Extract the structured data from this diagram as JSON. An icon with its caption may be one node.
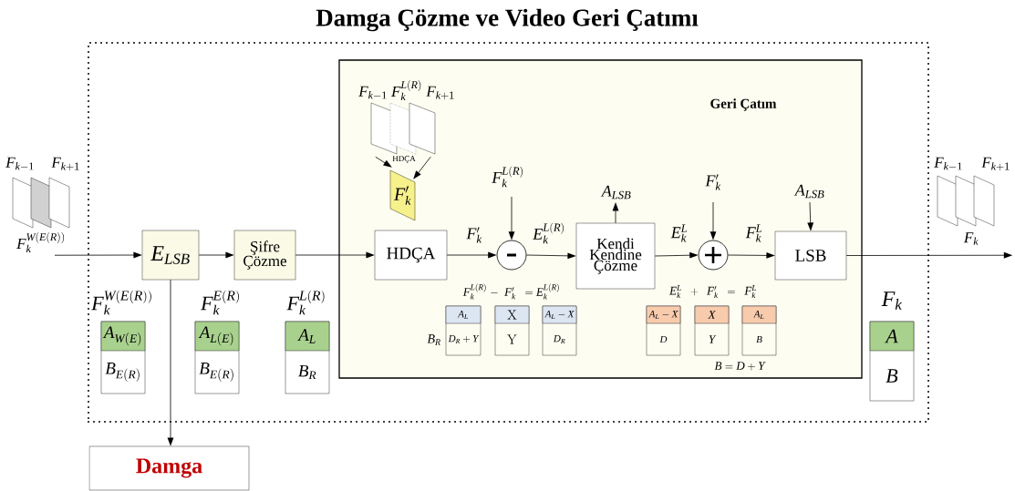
{
  "diagram": {
    "title": "Damga Çözme ve Video Geri Çatımı",
    "nodes": [
      {
        "text": [],
        "shape": "box"
      },
      {
        "text": [
          "E_{LSB}"
        ],
        "in": 0
      },
      {
        "text": [
          "Şifre Çözme"
        ],
        "in": 0
      },
      {
        "text": [
          "Geri Çatım"
        ],
        "in": 0
      },
      {
        "text": [
          "HDÇA"
        ],
        "in": 3
      },
      {
        "text": [],
        "shape": "circle",
        "in": 3
      },
      {
        "text": [
          "Kendi Kendine Çözme"
        ],
        "in": 3
      },
      {
        "text": [],
        "shape": "circle",
        "in": 3
      },
      {
        "text": [
          "LSB"
        ],
        "in": 3
      },
      {
        "text": [
          "Damga"
        ]
      },
      {
        "text": [
          "F'_k"
        ],
        "in": 3
      },
      {
        "text": [],
        "shape": "picture",
        "in": 3,
        "beside": [
          "F_{k-1}",
          "F_k^{L(R)}",
          "F_{k+1}"
        ]
      },
      {
        "text": [
          "A_{W(E)}",
          "B_{E(R)}"
        ],
        "in": 0,
        "beside": [
          "F_k^{W(E(R))}"
        ]
      },
      {
        "text": [
          "A_{L(E)}",
          "B_{E(R)}"
        ],
        "in": 0,
        "beside": [
          "F_k^{E(R)}"
        ]
      },
      {
        "text": [
          "A_L",
          "B_R"
        ],
        "in": 0,
        "beside": [
          "F_k^{L(R)}"
        ]
      },
      {
        "text": [
          "A_L",
          "D_R+Y"
        ],
        "in": 3,
        "beside": [
          "B_R"
        ]
      },
      {
        "text": [
          "\\mathrm{X}",
          "\\mathrm{Y}"
        ],
        "in": 3
      },
      {
        "text": [
          "A_L-X",
          "D_R"
        ],
        "in": 3
      },
      {
        "text": [
          "A_L-X",
          "D"
        ],
        "in": 3
      },
      {
        "text": [
          "X",
          "Y"
        ],
        "in": 3
      },
      {
        "text": [
          "A_L",
          "B"
        ],
        "in": 3
      },
      {
        "text": [
          "A",
          "B"
        ],
        "in": 0,
        "beside": [
          "F_k"
        ]
      },
      {
        "text": [],
        "shape": "picture",
        "beside": [
          "F_{k-1}",
          "F_{k+1}",
          "F_k^{W(E(R))}"
        ]
      },
      {
        "text": [],
        "shape": "picture",
        "beside": [
          "F_{k-1}",
          "F_{k+1}",
          "F_k"
        ]
      }
    ],
    "edges": [
      {
        "from": 22,
        "to": 1,
        "arrow": "to"
      },
      {
        "from": 1,
        "to": 2,
        "arrow": "to"
      },
      {
        "from": 2,
        "to": 4,
        "arrow": "to"
      },
      {
        "from": 4,
        "to": 5,
        "arrow": "to",
        "label": "F'_k"
      },
      {
        "from": null,
        "to": 5,
        "arrow": "to",
        "label": "F_k^{L(R)}"
      },
      {
        "from": 5,
        "to": 6,
        "arrow": "to",
        "label": "E_k^{L(R)}"
      },
      {
        "from": 6,
        "to": null,
        "arrow": "to",
        "label": "A_{LSB}"
      },
      {
        "from": 6,
        "to": 7,
        "arrow": "to",
        "label": "E_k^L"
      },
      {
        "from": null,
        "to": 7,
        "arrow": "to",
        "label": "F'_k"
      },
      {
        "from": 7,
        "to": 8,
        "arrow": "to",
        "label": "F_k^L"
      },
      {
        "from": null,
        "to": 8,
        "arrow": "to",
        "label": "A_{LSB}"
      },
      {
        "from": 8,
        "to": 23,
        "arrow": "to"
      },
      {
        "from": 1,
        "to": 9,
        "arrow": "to"
      },
      {
        "from": 11,
        "to": 10,
        "arrow": "to"
      },
      {
        "from": 11,
        "to": 10,
        "arrow": "to"
      }
    ],
    "labels": [
      "HDÇA",
      "F_k^{L(R)}\\ \\mathbf{-}\\ \\ F'_k\\ \\ = E_k^{L(R)}",
      "E_k^L\\ \\ +\\ \\ F'_k\\ \\ =\\ \\ F_k^L",
      "B=D+Y"
    ]
  }
}
